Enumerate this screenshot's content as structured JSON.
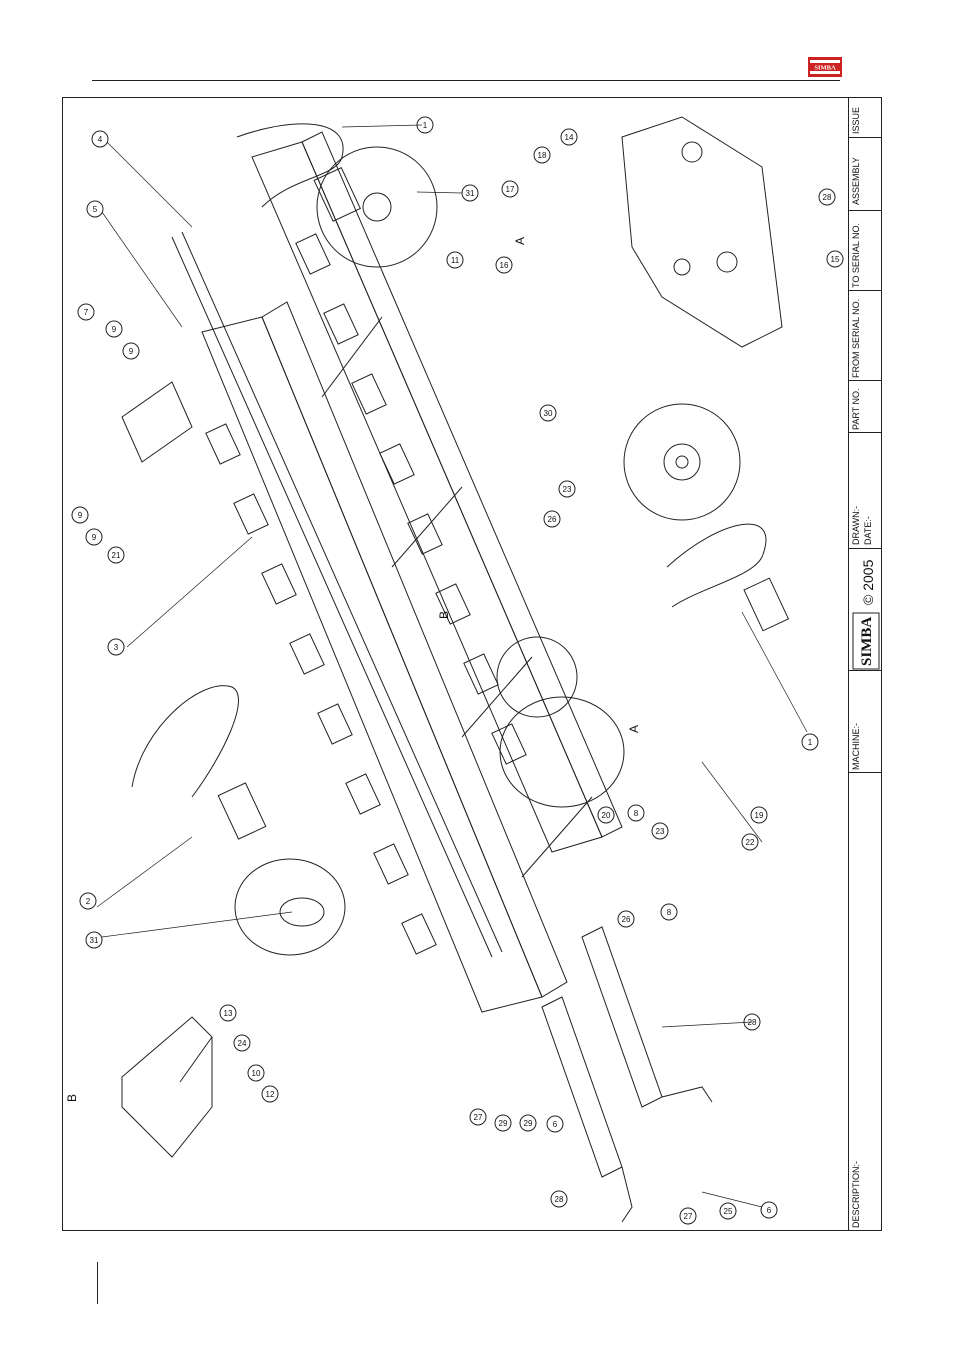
{
  "header": {
    "logo_text": "SIMBA",
    "logo_color": "#cc2222"
  },
  "title_block": {
    "issue_label": "ISSUE",
    "assembly_label": "ASSEMBLY",
    "to_serial_label": "TO SERIAL NO.",
    "from_serial_label": "FROM SERIAL NO.",
    "part_no_label": "PART NO.",
    "drawn_label": "DRAWN:-",
    "date_label": "DATE:-",
    "copyright": "© 2005",
    "brand": "SIMBA",
    "machine_label": "MACHINE:-",
    "description_label": "DESCRIPTION:-"
  },
  "drawing": {
    "view_labels": [
      "A",
      "A",
      "B",
      "B"
    ],
    "balloons": [
      "1",
      "31",
      "4",
      "18",
      "14",
      "5",
      "17",
      "A",
      "28",
      "11",
      "16",
      "15",
      "7",
      "9",
      "9",
      "30",
      "23",
      "26",
      "9",
      "9",
      "21",
      "3",
      "B",
      "1",
      "A",
      "20",
      "8",
      "23",
      "19",
      "22",
      "2",
      "26",
      "8",
      "31",
      "13",
      "24",
      "10",
      "12",
      "28",
      "27",
      "29",
      "29",
      "6",
      "28",
      "27",
      "25",
      "6"
    ]
  }
}
